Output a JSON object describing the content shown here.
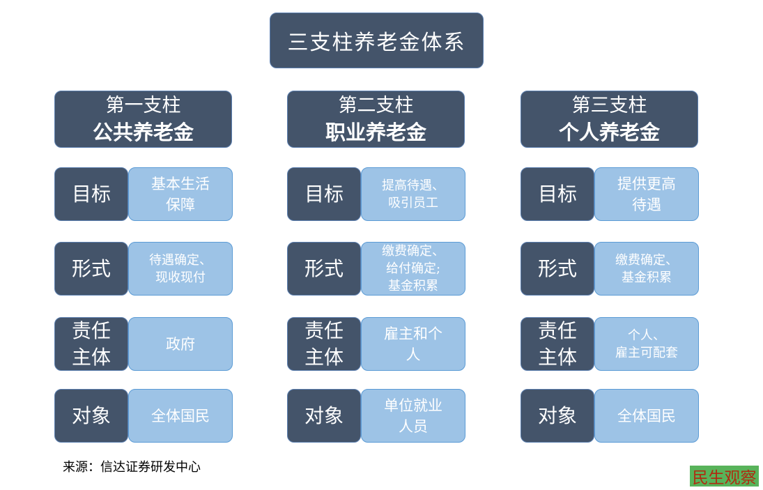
{
  "title": "三支柱养老金体系",
  "pillars": [
    {
      "line1": "第一支柱",
      "line2": "公共养老金",
      "rows": [
        {
          "label": "目标",
          "value": "基本生活\n保障"
        },
        {
          "label": "形式",
          "value": "待遇确定、\n现收现付"
        },
        {
          "label": "责任\n主体",
          "value": "政府"
        },
        {
          "label": "对象",
          "value": "全体国民"
        }
      ]
    },
    {
      "line1": "第二支柱",
      "line2": "职业养老金",
      "rows": [
        {
          "label": "目标",
          "value": "提高待遇、\n吸引员工"
        },
        {
          "label": "形式",
          "value": "缴费确定、\n给付确定;\n基金积累"
        },
        {
          "label": "责任\n主体",
          "value": "雇主和个\n人"
        },
        {
          "label": "对象",
          "value": "单位就业\n人员"
        }
      ]
    },
    {
      "line1": "第三支柱",
      "line2": "个人养老金",
      "rows": [
        {
          "label": "目标",
          "value": "提供更高\n待遇"
        },
        {
          "label": "形式",
          "value": "缴费确定、\n基金积累"
        },
        {
          "label": "责任\n主体",
          "value": "个人、\n雇主可配套"
        },
        {
          "label": "对象",
          "value": "全体国民"
        }
      ]
    }
  ],
  "source": "来源：信达证券研发中心",
  "watermark": "民生观察"
}
